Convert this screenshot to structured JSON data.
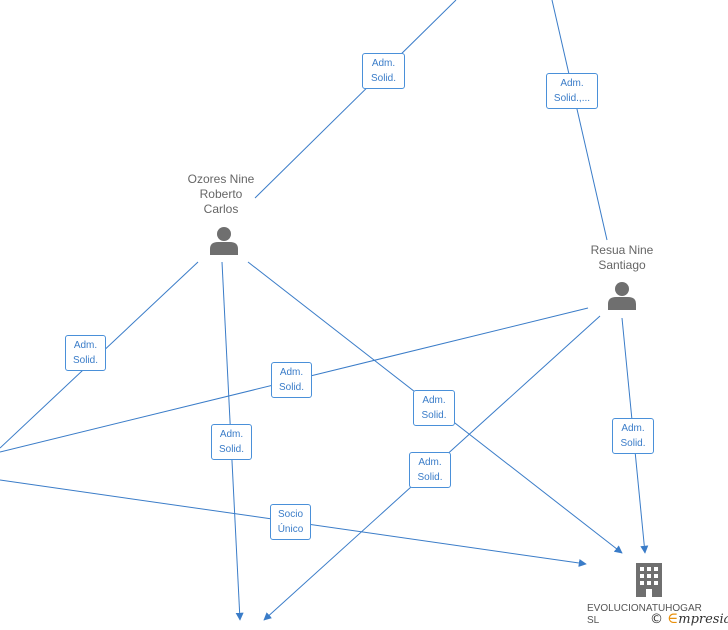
{
  "colors": {
    "edge": "#3a7cc8",
    "person": "#6f6f6f",
    "company": "#6f6f6f",
    "watermark_e": "#e8900c"
  },
  "people": [
    {
      "id": "ozores",
      "name": "Ozores Nine\nRoberto\nCarlos",
      "icon": "person-icon"
    },
    {
      "id": "resua",
      "name": "Resua Nine\nSantiago",
      "icon": "person-icon"
    }
  ],
  "companies": [
    {
      "id": "evolucion",
      "name": "EVOLUCIONATUHOGAR\nSL",
      "icon": "building-icon"
    }
  ],
  "edge_labels": [
    "Adm.\nSolid.",
    "Adm.\nSolid.,...",
    "Adm.\nSolid.",
    "Adm.\nSolid.",
    "Adm.\nSolid.",
    "Adm.\nSolid.",
    "Adm.\nSolid.",
    "Adm.\nSolid.",
    "Socio\nÚnico"
  ],
  "watermark": {
    "copyright": "©",
    "e": "∈",
    "rest": "mpresia"
  }
}
